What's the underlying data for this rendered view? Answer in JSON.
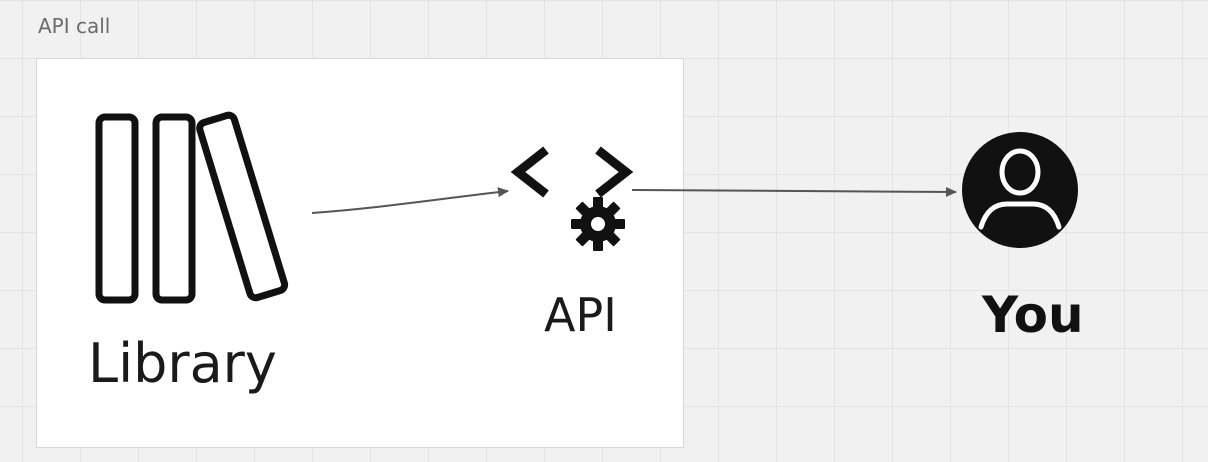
{
  "frame": {
    "title": "API call"
  },
  "nodes": {
    "library": {
      "label": "Library",
      "icon": "books-icon"
    },
    "api": {
      "label": "API",
      "icon": "code-gear-icon"
    },
    "you": {
      "label": "You",
      "icon": "user-avatar-icon"
    }
  },
  "edges": [
    {
      "from": "Library",
      "to": "API"
    },
    {
      "from": "API",
      "to": "You"
    }
  ],
  "colors": {
    "canvas_background": "#f1f1f1",
    "grid_lines": "#e4e4e4",
    "frame_background": "#ffffff",
    "icon_stroke": "#111111",
    "arrow": "#555555"
  }
}
